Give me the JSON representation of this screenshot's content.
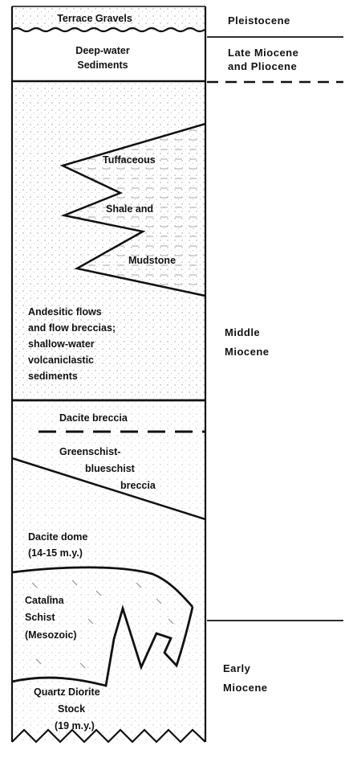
{
  "units": {
    "terrace": "Terrace Gravels",
    "deep_water": [
      "Deep-water",
      "Sediments"
    ],
    "tuffaceous": [
      "Tuffaceous",
      "Shale and",
      "Mudstone"
    ],
    "andesitic": [
      "Andesitic flows",
      "and flow breccias;",
      "shallow-water",
      "volcaniclastic",
      "sediments"
    ],
    "dacite_breccia": "Dacite breccia",
    "greenschist": [
      "Greenschist-",
      "blueschist",
      "breccia"
    ],
    "dacite_dome": [
      "Dacite dome",
      "(14-15 m.y.)"
    ],
    "catalina": [
      "Catalina",
      "Schist",
      "(Mesozoic)"
    ],
    "quartz_diorite": [
      "Quartz Diorite",
      "Stock",
      "(19 m.y.)"
    ]
  },
  "ages": {
    "pleistocene": "Pleistocene",
    "late_miocene": [
      "Late Miocene",
      "and Pliocene"
    ],
    "middle_miocene": [
      "Middle",
      "Miocene"
    ],
    "early_miocene": [
      "Early",
      "Miocene"
    ]
  },
  "colors": {
    "ink": "#111111",
    "paper": "#ffffff",
    "stipple": "#9a9a9a"
  }
}
